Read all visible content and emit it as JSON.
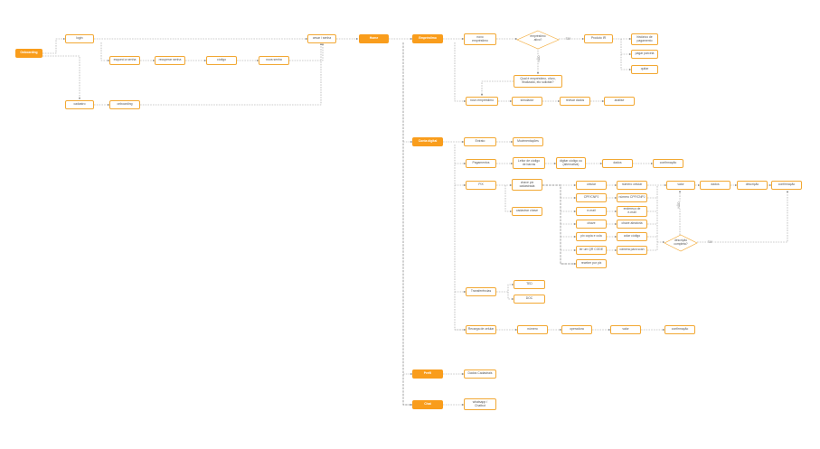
{
  "diagram": {
    "accent": "#f99d1c",
    "border": "#f2a833",
    "edge_color": "#9a9a9a",
    "nodes": {
      "onboarding": "Onboarding",
      "login": "login",
      "esqueci_senha": "esqueci a senha",
      "recuperar_senha": "recuperar senha",
      "codigo": "código",
      "nova_senha": "nova senha",
      "cadastro": "cadastro",
      "onboarding_sub": "onboarding",
      "cesar_senha": "cesar / senha",
      "home": "Home",
      "emprestimo": "Empréstimo",
      "novo_emprestimo": "novo\nempréstimo",
      "produto_ir": "Produto IR",
      "historico_pagamento": "histórico de\npagamento",
      "pagar_parcela": "pagar parcela",
      "quitar": "quitar",
      "qual_emprestimo": "Qual é empréstimo, ofuro,\nfinalizado, elo solicitar?",
      "novo_emprestimo_2": "novo empréstimo",
      "simulador": "simulador",
      "revisar_dados": "revisar dados",
      "analise": "análise",
      "conta_digital": "Conta digital",
      "extrato": "Extrato",
      "movimentacoes": "Movimentações",
      "pagamentos": "Pagamentos",
      "leitor_codigo": "Leitor de código\nde barras",
      "digitar_codigo": "digitar código ou\n(alternativa)",
      "dados_pag": "dados",
      "confirmacao_pag": "confirmação",
      "pix": "PIX",
      "chave_pix": "chave pix\ncadastrada",
      "cadastrar_chave": "cadastrar chave",
      "celular": "celular",
      "cpf_cnpj": "CPF/CNPJ",
      "email": "e-mail",
      "chave": "chave",
      "pix_copia_cola": "pix copia e cola",
      "ler_qr": "ler um QR CODE",
      "receber_pix": "receber por pix",
      "numero_celular": "número celular",
      "numero_cpf": "número CPF/CNPJ",
      "endereco_email": "endereço de\ne-mail",
      "chave_aleatoria": "chave aleatória",
      "colar_codigo": "colar código",
      "camera_qr": "câmera para scan",
      "valor_pix": "valor",
      "dados_pix": "dados",
      "descricao_pix": "descrição",
      "confirmacao_pix": "confirmação",
      "transferencias": "Transferências",
      "ted": "TED",
      "doc": "DOC",
      "recarga": "Recarga de celular",
      "numero": "número",
      "operadora": "operadora",
      "valor_recarga": "valor",
      "confirmacao_recarga": "confirmação",
      "perfil": "Perfil",
      "dados_cadastrais": "Dados Cadastrais",
      "chat": "Chat",
      "whatsapp": "whatsapp /\nChatbot"
    },
    "decisions": {
      "emprestimo_ativo": "empréstimo\nativo?",
      "descricao_completa": "descrição\ncompleta?"
    },
    "edge_labels": {
      "sim": "SIM",
      "nao": "NÃO",
      "nao_2": "NÃO",
      "sim_2": "SIM"
    }
  }
}
